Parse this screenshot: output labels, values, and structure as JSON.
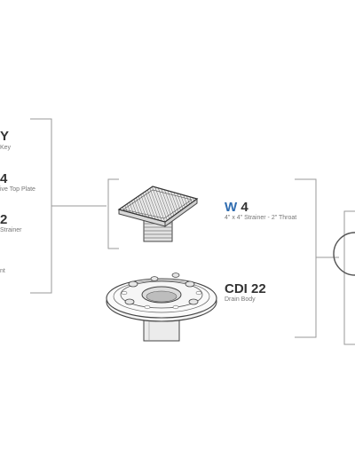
{
  "left_column": {
    "item1": {
      "code": "Y",
      "subtitle": "Key"
    },
    "item2": {
      "code": "4",
      "subtitle": "ive Top Plate"
    },
    "item3": {
      "code": "2",
      "subtitle": "Strainer"
    },
    "item4": {
      "subtitle": "nt"
    }
  },
  "w4": {
    "code_prefix": "W",
    "code_number": "4",
    "subtitle": "4\" x 4\" Strainer - 2\" Throat",
    "prefix_color": "#2f6cb0"
  },
  "cdi22": {
    "code": "CDI 22",
    "subtitle": "Drain Body"
  }
}
